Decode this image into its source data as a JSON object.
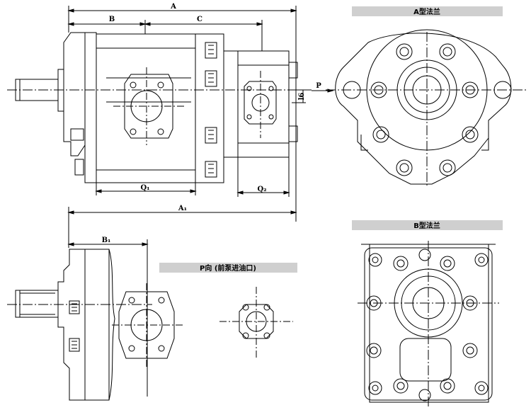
{
  "headers": {
    "flange_a": "A型法兰",
    "flange_b": "B型法兰",
    "p_view": "P向 (前泵进油口)"
  },
  "dimensions": {
    "a": "A",
    "b": "B",
    "c": "C",
    "a1": "A₁",
    "b1": "B₁",
    "q1": "Q₁",
    "q2": "Q₂",
    "l6": "l6",
    "p": "P"
  },
  "colors": {
    "header_band": "#cfcfcf",
    "line": "#000000"
  }
}
